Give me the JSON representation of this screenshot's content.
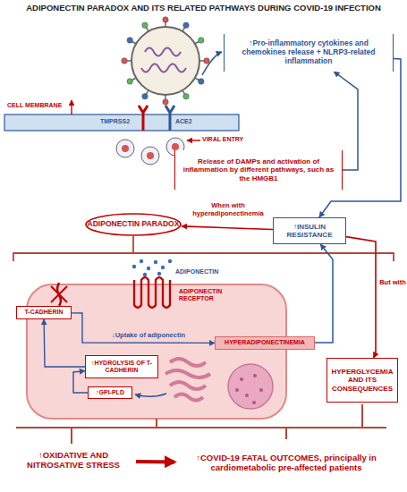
{
  "diagram": {
    "title": "ADIPONECTIN PARADOX AND ITS RELATED PATHWAYS DURING COVID-19 INFECTION",
    "nodes": [
      {
        "text": [
          "↑Pro-inflammatory cytokines and chemokines release + NLRP3-related inflammation"
        ]
      },
      {
        "text": [
          "Release of DAMPs and activation of inflammation by different pathways, such as the HMGB1"
        ]
      },
      {
        "text": [
          "ADIPONECTIN PARADOX"
        ]
      },
      {
        "text": [
          "↑INSULIN RESISTANCE"
        ]
      },
      {
        "text": [
          "T-CADHERIN"
        ]
      },
      {
        "text": [
          "HYPERADIPONECTINEMIA"
        ]
      },
      {
        "text": [
          "↑HYDROLYSIS OF T-CADHERIN"
        ]
      },
      {
        "text": [
          "↑GPI-PLD"
        ]
      },
      {
        "text": [
          "HYPERGLYCEMIA AND ITS CONSEQUENCES"
        ]
      },
      {
        "text": [
          "↑OXIDATIVE AND NITROSATIVE STRESS"
        ]
      },
      {
        "text": [
          "↑COVID-19 FATAL OUTCOMES, principally in cardiometabolic pre-affected patients"
        ]
      }
    ],
    "edges": [
      {
        "from": 1,
        "to": 0,
        "arrow": "to"
      },
      {
        "from": 0,
        "to": 3,
        "arrow": "to"
      },
      {
        "from": 3,
        "to": 2,
        "label": "When with hyperadiponectinemia",
        "arrow": "to"
      },
      {
        "from": 7,
        "to": 6,
        "arrow": "to"
      },
      {
        "from": 6,
        "to": 4,
        "arrow": "to"
      },
      {
        "from": 4,
        "to": 5,
        "label": "↓Uptake of adiponectin",
        "arrow": "to"
      },
      {
        "from": 5,
        "to": 3,
        "arrow": "to"
      },
      {
        "from": 3,
        "to": 8,
        "label": "But with",
        "arrow": "to"
      },
      {
        "from": 9,
        "to": 10,
        "arrow": "to"
      }
    ],
    "labels": [
      "CELL MEMBRANE",
      "TMPRSS2",
      "ACE2",
      "VIRAL ENTRY",
      "ADIPONECTIN",
      "ADIPONECTIN RECEPTOR"
    ]
  }
}
